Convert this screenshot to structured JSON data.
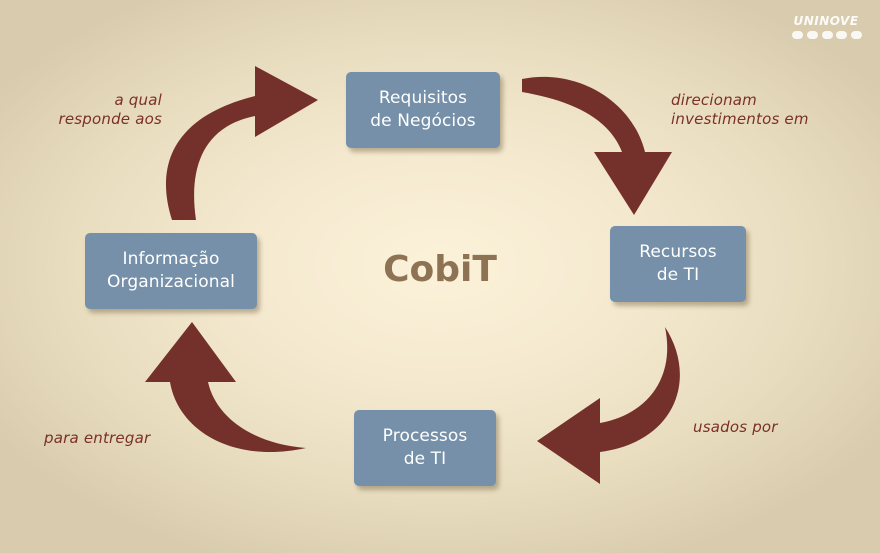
{
  "center_title": "CobiT",
  "logo": {
    "text": "UNINOVE"
  },
  "nodes": {
    "requisitos": [
      "Requisitos",
      "de Negócios"
    ],
    "recursos": [
      "Recursos",
      "de TI"
    ],
    "processos": [
      "Processos",
      "de TI"
    ],
    "informacao": [
      "Informação",
      "Organizacional"
    ]
  },
  "labels": {
    "a_qual": [
      "a qual",
      "responde aos"
    ],
    "direcionam": [
      "direcionam",
      "investimentos em"
    ],
    "usados_por": [
      "usados por"
    ],
    "para_entregar": [
      "para entregar"
    ]
  },
  "colors": {
    "box": "#7590a8",
    "arrow": "#74302a",
    "label_text": "#7b3028",
    "title_text": "#8d7353",
    "background": "#f5ead0"
  },
  "icons": {
    "cycle_arrows": "curved-arrow"
  }
}
